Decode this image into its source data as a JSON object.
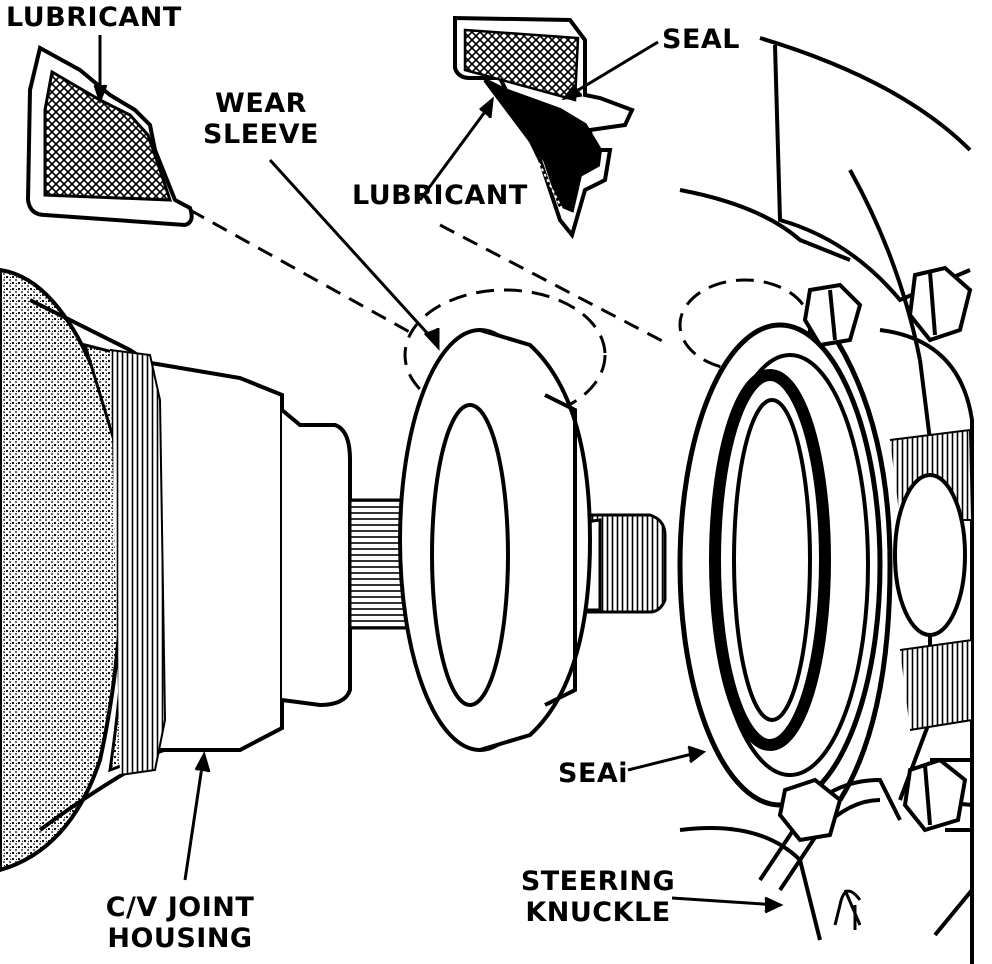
{
  "labels": {
    "lubricant_top_left": "LUBRICANT",
    "wear_sleeve_line1": "WEAR",
    "wear_sleeve_line2": "SLEEVE",
    "seal_top": "SEAL",
    "lubricant_center": "LUBRICANT",
    "seal_bottom": "SEAi",
    "steering_knuckle_line1": "STEERING",
    "steering_knuckle_line2": "KNUCKLE",
    "cv_joint_line1": "C/V JOINT",
    "cv_joint_line2": "HOUSING"
  },
  "colors": {
    "ink": "#000000",
    "paper": "#ffffff"
  }
}
